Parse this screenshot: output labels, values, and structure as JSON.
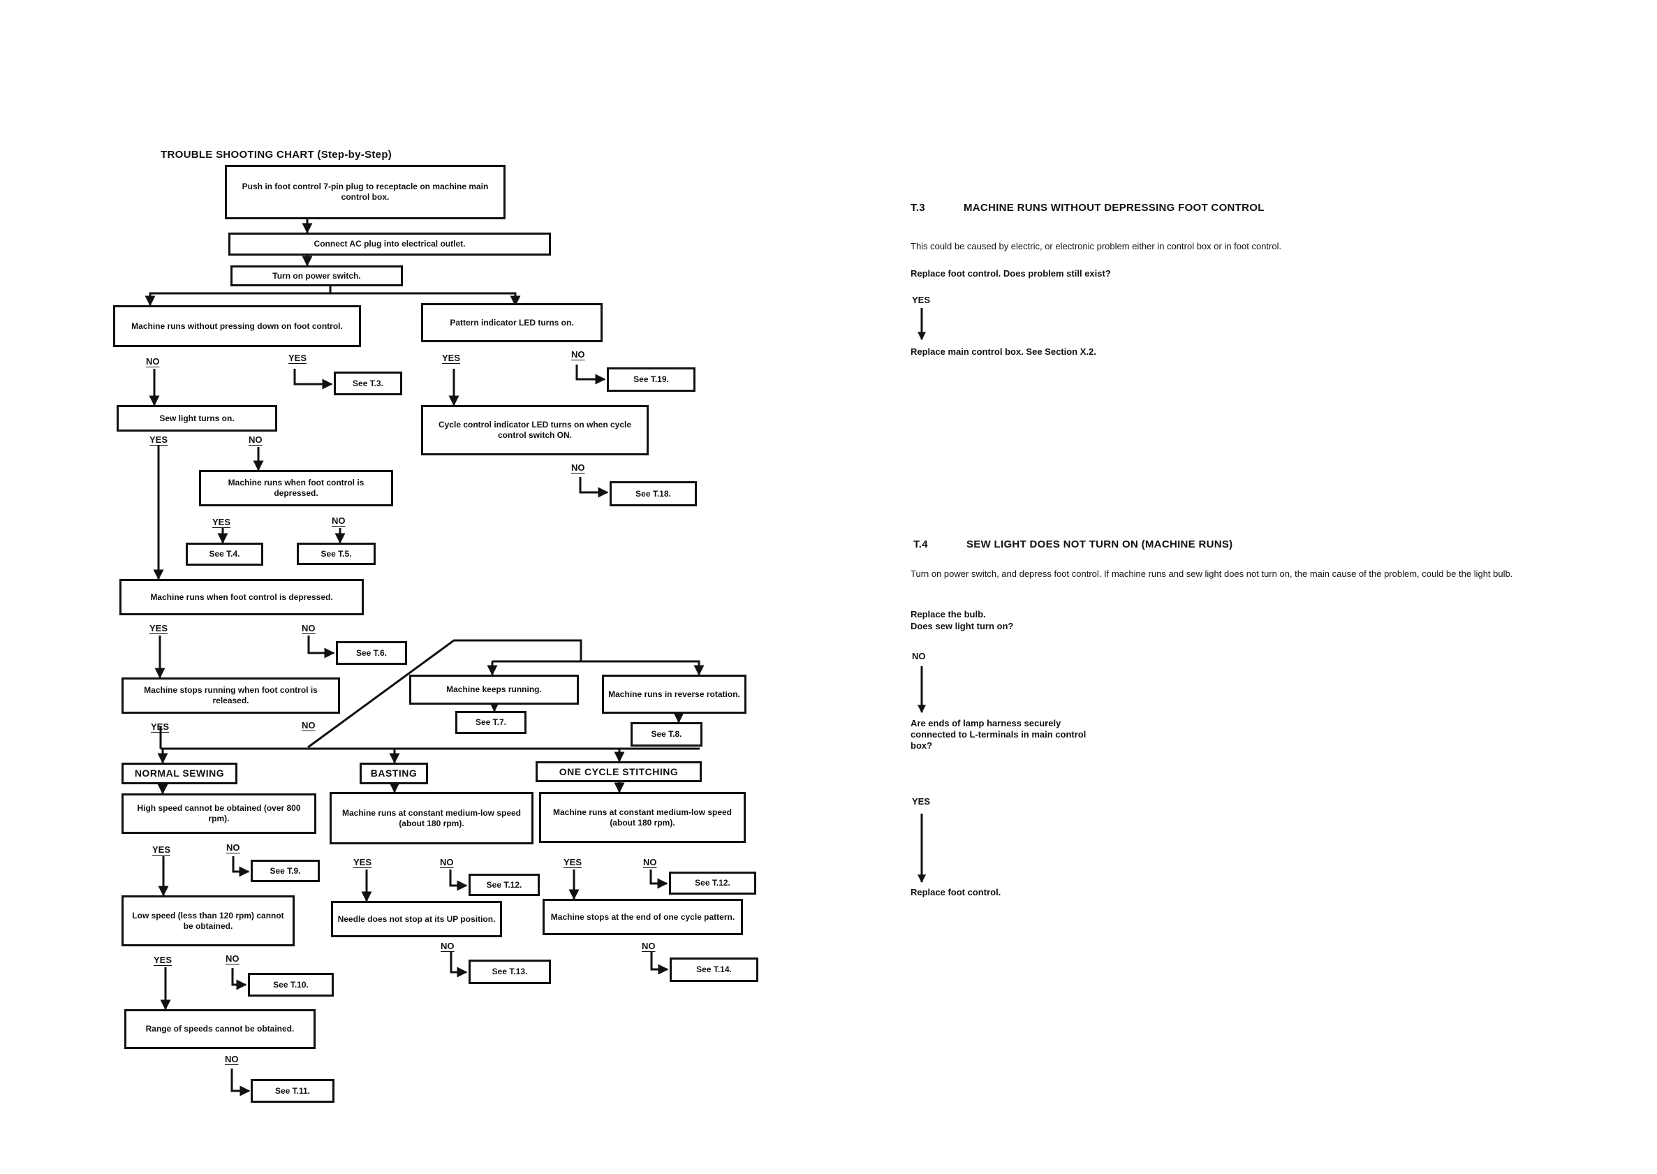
{
  "flowchart": {
    "title": "TROUBLE SHOOTING CHART (Step-by-Step)",
    "steps": {
      "plug": "Push in foot control 7-pin plug to receptacle on machine main control box.",
      "connect_ac": "Connect AC plug into electrical outlet.",
      "power": "Turn on power switch.",
      "runs_without": "Machine runs without pressing down on foot control.",
      "pattern_led": "Pattern indicator LED turns on.",
      "sew_light": "Sew light turns on.",
      "cycle_led": "Cycle control indicator LED turns on when cycle control switch ON.",
      "runs_when_depressed_a": "Machine runs when foot control is depressed.",
      "runs_when_depressed_b": "Machine runs when foot control is depressed.",
      "stops_when_released": "Machine stops running when foot control is released.",
      "keeps_running": "Machine keeps running.",
      "reverse_rotation": "Machine runs in reverse rotation.",
      "normal_sewing": "NORMAL SEWING",
      "basting": "BASTING",
      "one_cycle": "ONE CYCLE STITCHING",
      "high_speed": "High speed cannot be obtained (over 800 rpm).",
      "basting_speed": "Machine runs at constant medium-low speed (about 180 rpm).",
      "cycle_speed": "Machine runs at constant medium-low speed (about 180 rpm).",
      "low_speed": "Low speed (less than 120 rpm) cannot be obtained.",
      "needle_stop": "Needle does not stop at its UP position.",
      "cycle_end": "Machine stops at the end of one cycle pattern.",
      "range_speeds": "Range of speeds cannot be obtained."
    },
    "refs": {
      "t3": "See T.3.",
      "t19": "See T.19.",
      "t18": "See T.18.",
      "t4": "See T.4.",
      "t5": "See T.5.",
      "t6": "See T.6.",
      "t7": "See T.7.",
      "t8": "See T.8.",
      "t9": "See T.9.",
      "t10": "See T.10.",
      "t11": "See T.11.",
      "t12a": "See T.12.",
      "t12b": "See T.12.",
      "t13": "See T.13.",
      "t14": "See T.14."
    },
    "yes_label": "YES",
    "no_label": "NO"
  },
  "sections": {
    "t3": {
      "number": "T.3",
      "heading": "MACHINE RUNS WITHOUT DEPRESSING FOOT CONTROL",
      "intro": "This could be caused by electric, or electronic problem either in control box or in foot control.",
      "question": "Replace foot control. Does problem still exist?",
      "yes": "YES",
      "action": "Replace main control box. See Section X.2."
    },
    "t4": {
      "number": "T.4",
      "heading": "SEW LIGHT DOES NOT TURN ON (MACHINE RUNS)",
      "intro": "Turn on power switch, and depress foot control. If machine runs and sew light does not turn on, the main cause of the problem, could be the light bulb.",
      "step1": "Replace the bulb.",
      "question1": "Does sew light turn on?",
      "no": "NO",
      "question2": "Are ends of lamp harness securely connected to L-terminals in main control box?",
      "yes": "YES",
      "action": "Replace foot control."
    }
  }
}
